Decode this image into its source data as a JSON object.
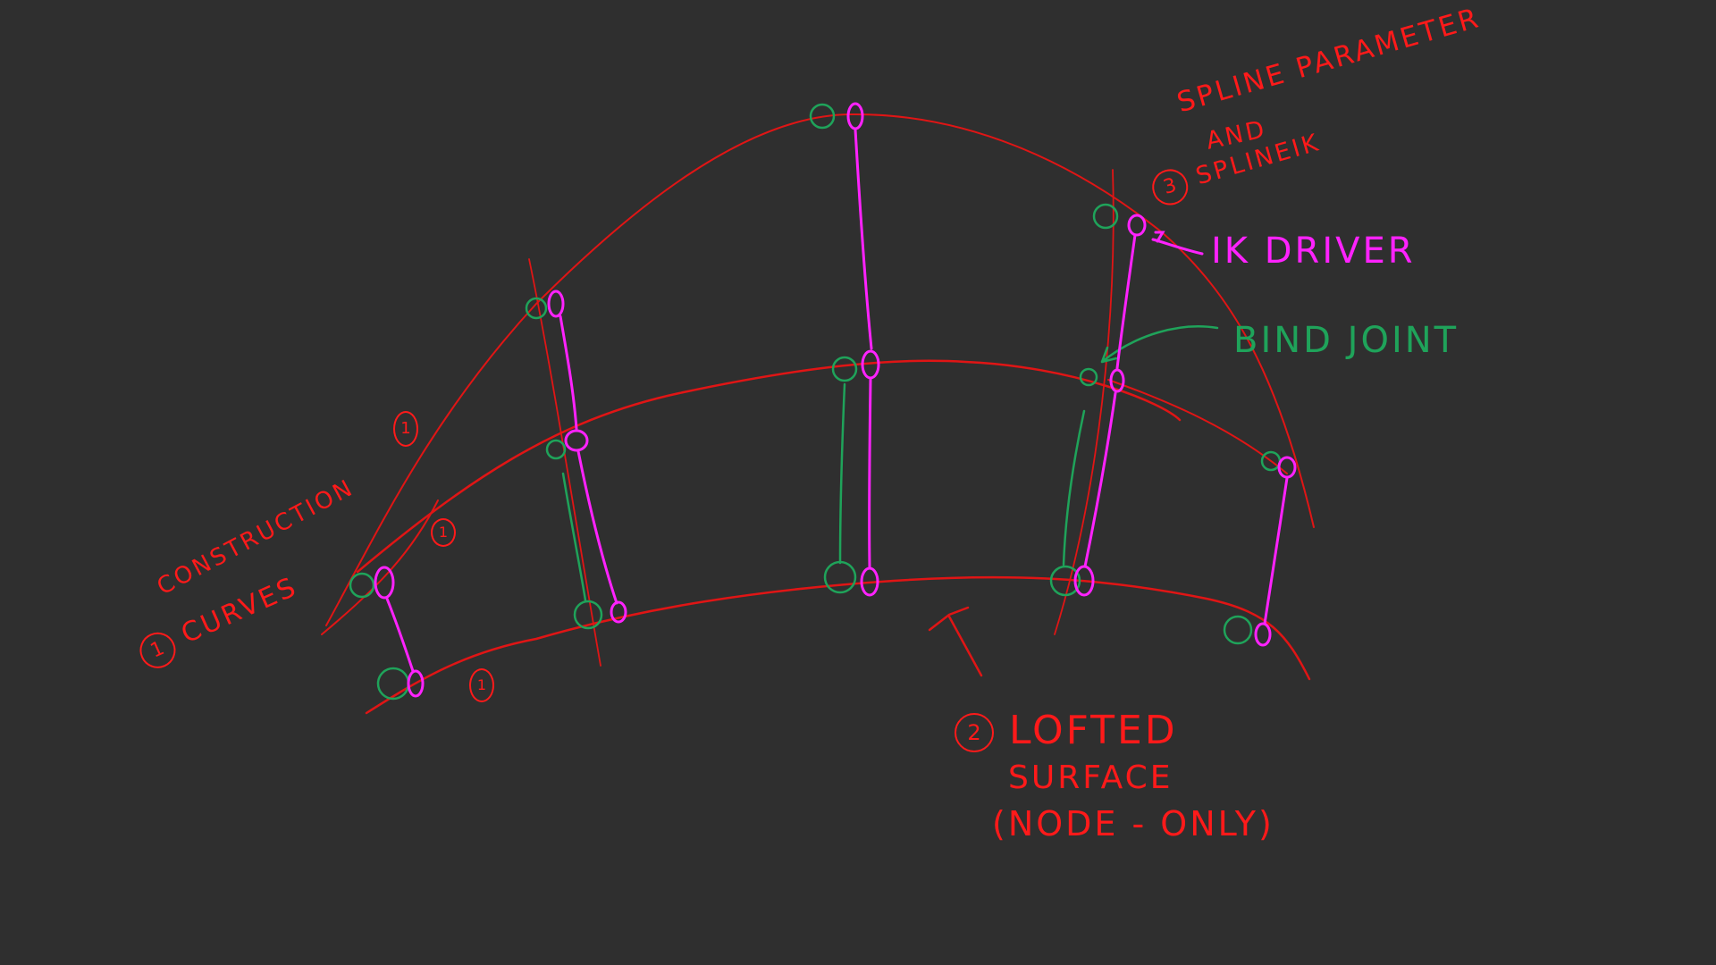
{
  "colors": {
    "background": "#2f2f2f",
    "curve_red": "#e01515",
    "ik_magenta": "#ff22ff",
    "bind_green": "#1fa35a"
  },
  "annotations": {
    "spline_parameter": "SPLINE PARAMETER",
    "and": "AND",
    "splineik_num": "3",
    "splineik": "SPLINEIK",
    "ik_driver": "IK DRIVER",
    "bind_joint": "BIND JOINT",
    "construction": "CONSTRUCTION",
    "curves_num": "1",
    "curves": "CURVES",
    "lofted_num": "2",
    "lofted": "LOFTED",
    "surface": "SURFACE",
    "node_only": "(NODE - ONLY)",
    "curve_marker_1": "1",
    "curve_marker_2": "1",
    "curve_marker_3": "1"
  }
}
